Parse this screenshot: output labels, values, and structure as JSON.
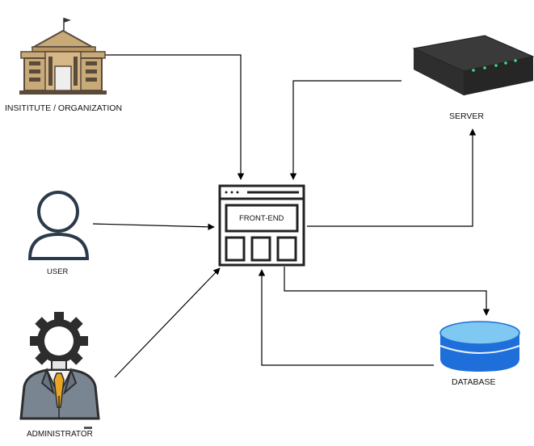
{
  "nodes": {
    "institute": {
      "label": "INSITITUTE / ORGANIZATION",
      "icon": "institute-building-icon"
    },
    "server": {
      "label": "SERVER",
      "icon": "server-router-icon"
    },
    "user": {
      "label": "USER",
      "icon": "user-person-icon"
    },
    "frontend": {
      "label": "FRONT-END",
      "icon": "browser-window-icon"
    },
    "administrator": {
      "label": "ADMINISTRATOR",
      "icon": "admin-gear-person-icon"
    },
    "database": {
      "label": "DATABASE",
      "icon": "database-cylinder-icon"
    }
  },
  "colors": {
    "line": "#000000",
    "building": "#c8a978",
    "building_dark": "#5a4a3a",
    "server_body": "#2e2e2e",
    "server_led": "#3ddc84",
    "db_blue": "#1e6fd9",
    "db_top": "#7ec8f2",
    "admin_suit": "#7a8592",
    "admin_tie": "#e8a423"
  }
}
